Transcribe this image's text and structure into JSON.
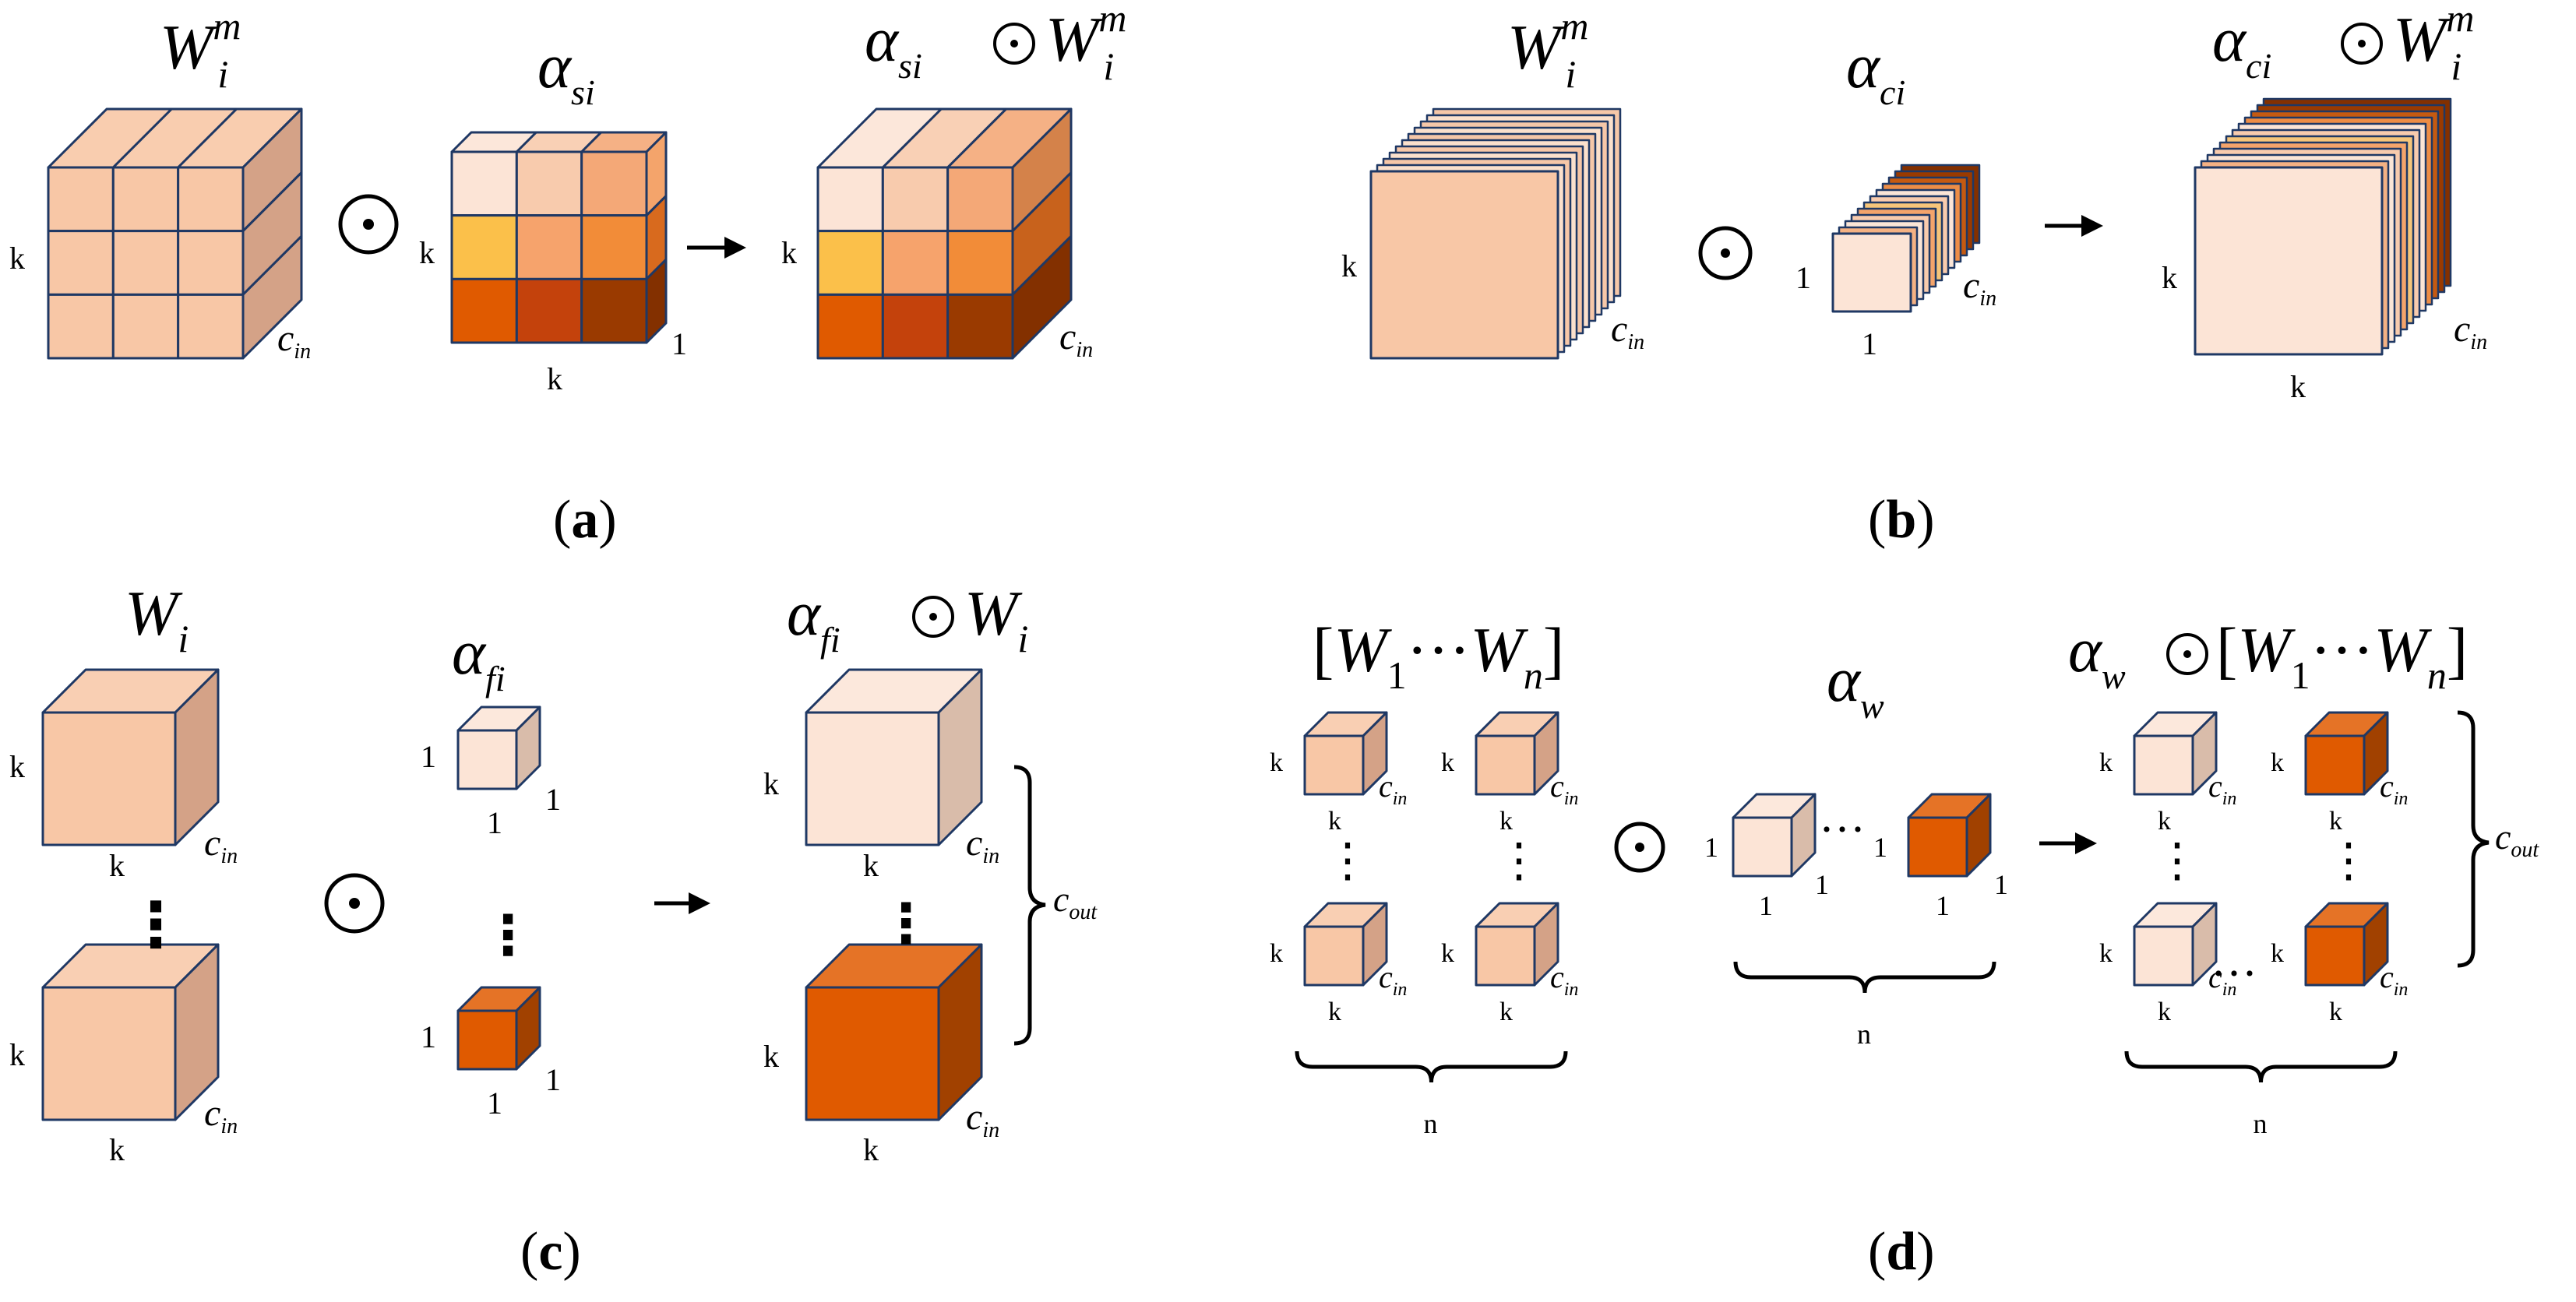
{
  "labels": {
    "k": "k",
    "one": "1",
    "n": "n",
    "cin_c": "c",
    "cin_sub": "in",
    "cout_c": "c",
    "cout_sub": "out",
    "dots": "⋮",
    "hdots": "···",
    "odot": "⊙",
    "arrow": "→"
  },
  "titles": {
    "a1": {
      "base": "W",
      "sub": "i",
      "sup": "m"
    },
    "a2": {
      "alpha": "α",
      "sub": "si"
    },
    "a3": {
      "alpha": "α",
      "sub": "si",
      "op": "⊙",
      "base": "W",
      "sub2": "i",
      "sup": "m"
    },
    "b1": {
      "base": "W",
      "sub": "i",
      "sup": "m"
    },
    "b2": {
      "alpha": "α",
      "sub": "ci"
    },
    "b3": {
      "alpha": "α",
      "sub": "ci",
      "op": "⊙",
      "base": "W",
      "sub2": "i",
      "sup": "m"
    },
    "c1": {
      "base": "W",
      "sub": "i"
    },
    "c2": {
      "alpha": "α",
      "sub": "fi"
    },
    "c3": {
      "alpha": "α",
      "sub": "fi",
      "op": "⊙",
      "base": "W",
      "sub2": "i"
    },
    "d1": {
      "lb": "[",
      "w1": "W",
      "s1": "1",
      "dots": "···",
      "wn": "W",
      "sn": "n",
      "rb": "]"
    },
    "d2": {
      "alpha": "α",
      "sub": "w"
    },
    "d3": {
      "alpha": "α",
      "sub": "w",
      "op": "⊙",
      "lb": "[",
      "w1": "W",
      "s1": "1",
      "dots": "···",
      "wn": "W",
      "sn": "n",
      "rb": "]"
    }
  },
  "captions": {
    "a": "a",
    "b": "b",
    "c": "c",
    "d": "d"
  },
  "colors": {
    "peach": "#f8c7a6",
    "pale": "#fce4d6",
    "orange": "#e05a00",
    "edge": "#1f3864",
    "spatial_grid": [
      [
        "#fce4d6",
        "#f8cbad",
        "#f4a877"
      ],
      [
        "#fbc04a",
        "#f6a36c",
        "#f28c38"
      ],
      [
        "#e05a00",
        "#c4420c",
        "#9a3a00"
      ]
    ],
    "channel_strips": [
      "#e46b1a",
      "#f4b183",
      "#fbe5d6",
      "#f8cbad",
      "#f4a46b",
      "#f6c57a",
      "#f8cbad",
      "#fbe5d6",
      "#ed8d46",
      "#c55a11",
      "#9a3a00",
      "#833000"
    ]
  }
}
